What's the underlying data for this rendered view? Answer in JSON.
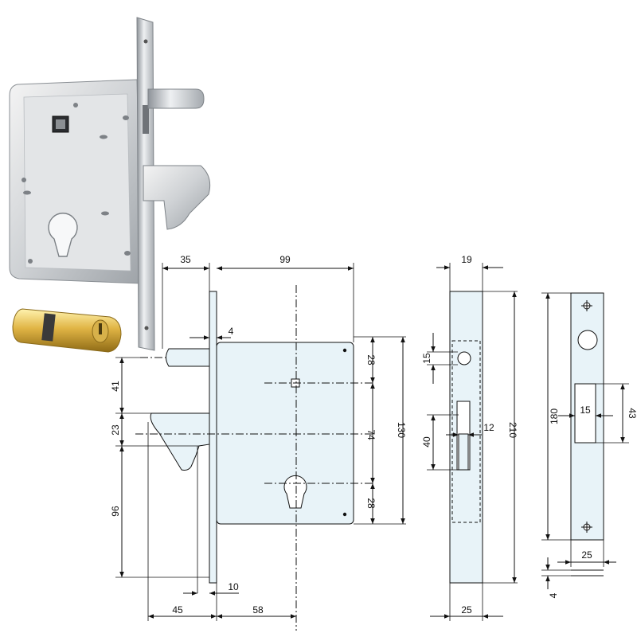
{
  "figure": {
    "front_view": {
      "backset": "35",
      "case_width": "99",
      "faceplate_thickness": "4",
      "upper_hole": "28",
      "center_distance": "74",
      "lower_hole": "28",
      "case_height": "130",
      "bolt_to_center": "41",
      "hook_height": "23",
      "hook_to_bottom": "96",
      "faceplate_gap": "10",
      "hook_projection": "45",
      "key_backset": "58"
    },
    "side_view": {
      "faceplate_depth": "19",
      "bolt_hole": "15",
      "hook_slot": "40",
      "hook_width": "12",
      "faceplate_height": "210",
      "case_depth": "25"
    },
    "strike_plate": {
      "strike_height": "180",
      "opening_width": "15",
      "opening_height": "43",
      "strike_width": "25",
      "strike_thickness": "4"
    }
  }
}
